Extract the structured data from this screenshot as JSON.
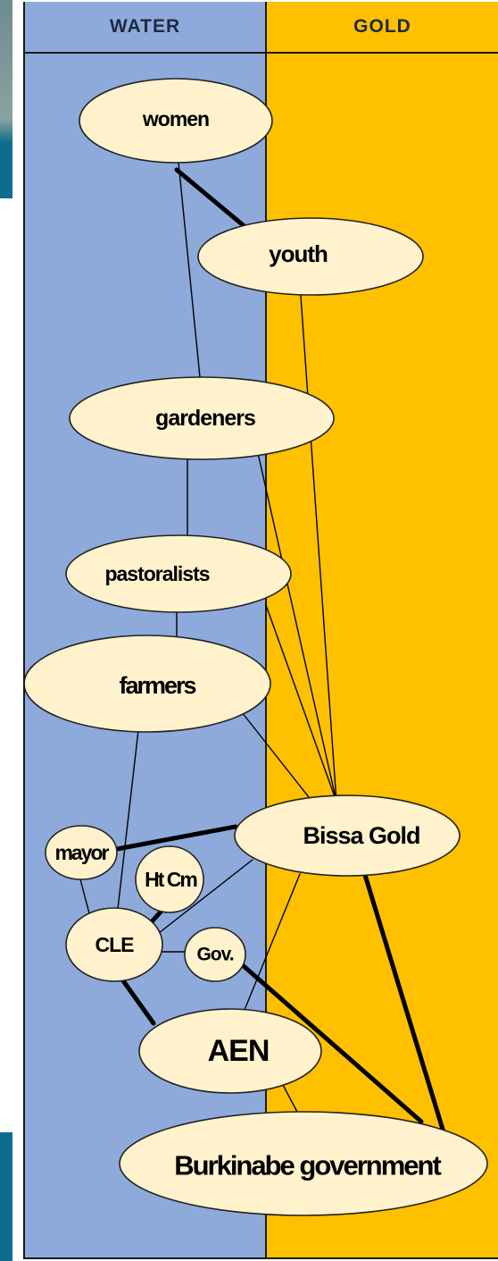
{
  "columns": {
    "water": "WATER",
    "gold": "GOLD"
  },
  "nodes": {
    "women": "women",
    "youth": "youth",
    "gardeners": "gardeners",
    "pastoralists": "pastoralists",
    "farmers": "farmers",
    "mayor": "mayor",
    "ht_cm": "Ht Cm",
    "cle": "CLE",
    "gov": "Gov.",
    "bissa_gold": "Bissa Gold",
    "aen": "AEN",
    "burkinabe_government": "Burkinabe government"
  },
  "links": [
    {
      "from": "women",
      "to": "youth",
      "strength": "strong"
    },
    {
      "from": "women",
      "to": "gardeners",
      "strength": "weak"
    },
    {
      "from": "youth",
      "to": "bissa_gold",
      "strength": "weak"
    },
    {
      "from": "gardeners",
      "to": "pastoralists",
      "strength": "weak"
    },
    {
      "from": "gardeners",
      "to": "bissa_gold",
      "strength": "weak"
    },
    {
      "from": "pastoralists",
      "to": "farmers",
      "strength": "weak"
    },
    {
      "from": "pastoralists",
      "to": "bissa_gold",
      "strength": "weak"
    },
    {
      "from": "farmers",
      "to": "bissa_gold",
      "strength": "weak"
    },
    {
      "from": "farmers",
      "to": "cle",
      "strength": "weak"
    },
    {
      "from": "mayor",
      "to": "bissa_gold",
      "strength": "strong"
    },
    {
      "from": "mayor",
      "to": "cle",
      "strength": "weak"
    },
    {
      "from": "ht_cm",
      "to": "cle",
      "strength": "strong"
    },
    {
      "from": "cle",
      "to": "bissa_gold",
      "strength": "weak"
    },
    {
      "from": "cle",
      "to": "gov",
      "strength": "weak"
    },
    {
      "from": "cle",
      "to": "aen",
      "strength": "strong"
    },
    {
      "from": "gov",
      "to": "burkinabe_government",
      "strength": "strong"
    },
    {
      "from": "bissa_gold",
      "to": "aen",
      "strength": "weak"
    },
    {
      "from": "bissa_gold",
      "to": "burkinabe_government",
      "strength": "strong"
    },
    {
      "from": "aen",
      "to": "burkinabe_government",
      "strength": "weak"
    }
  ]
}
